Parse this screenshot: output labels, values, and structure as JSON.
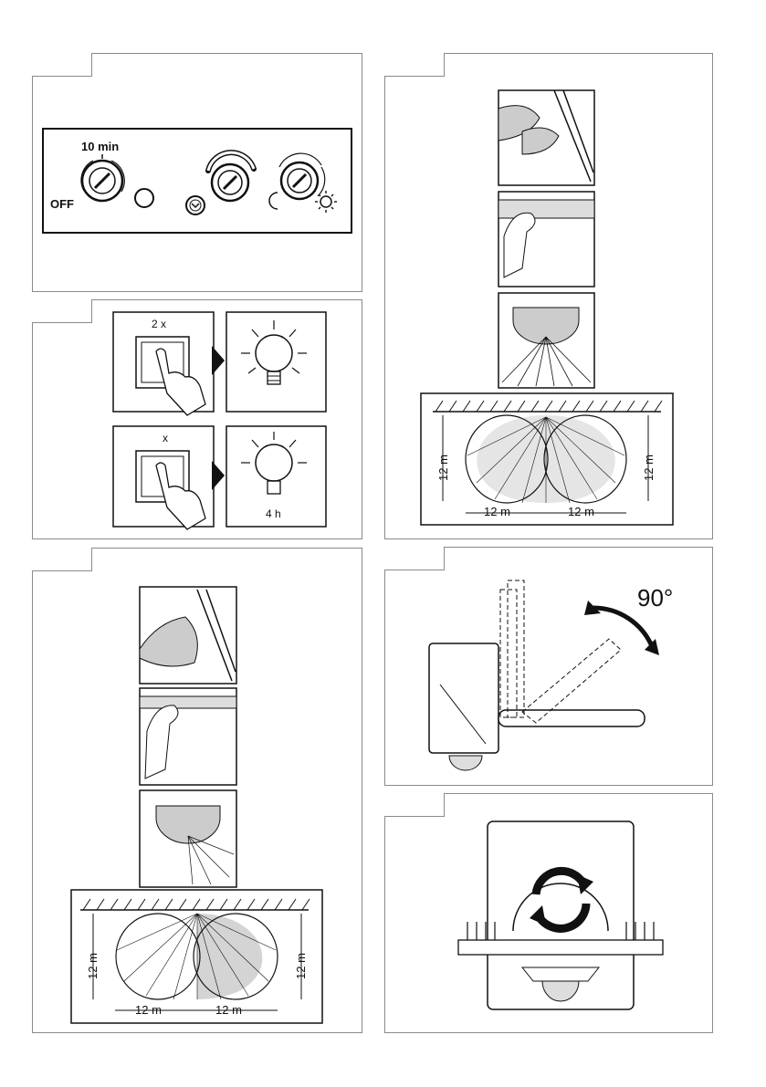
{
  "panel1": {
    "label_10min": "10 min",
    "label_off": "OFF"
  },
  "panel2": {
    "press_twice": "2 x",
    "press_once": "x",
    "duration": "4 h"
  },
  "panel3": {
    "range_height": "12 m",
    "range_left": "12 m",
    "range_right": "12 m"
  },
  "panel5": {
    "range_height": "12 m",
    "range_left": "12 m",
    "range_right": "12 m"
  },
  "panel4": {
    "angle": "90°"
  }
}
